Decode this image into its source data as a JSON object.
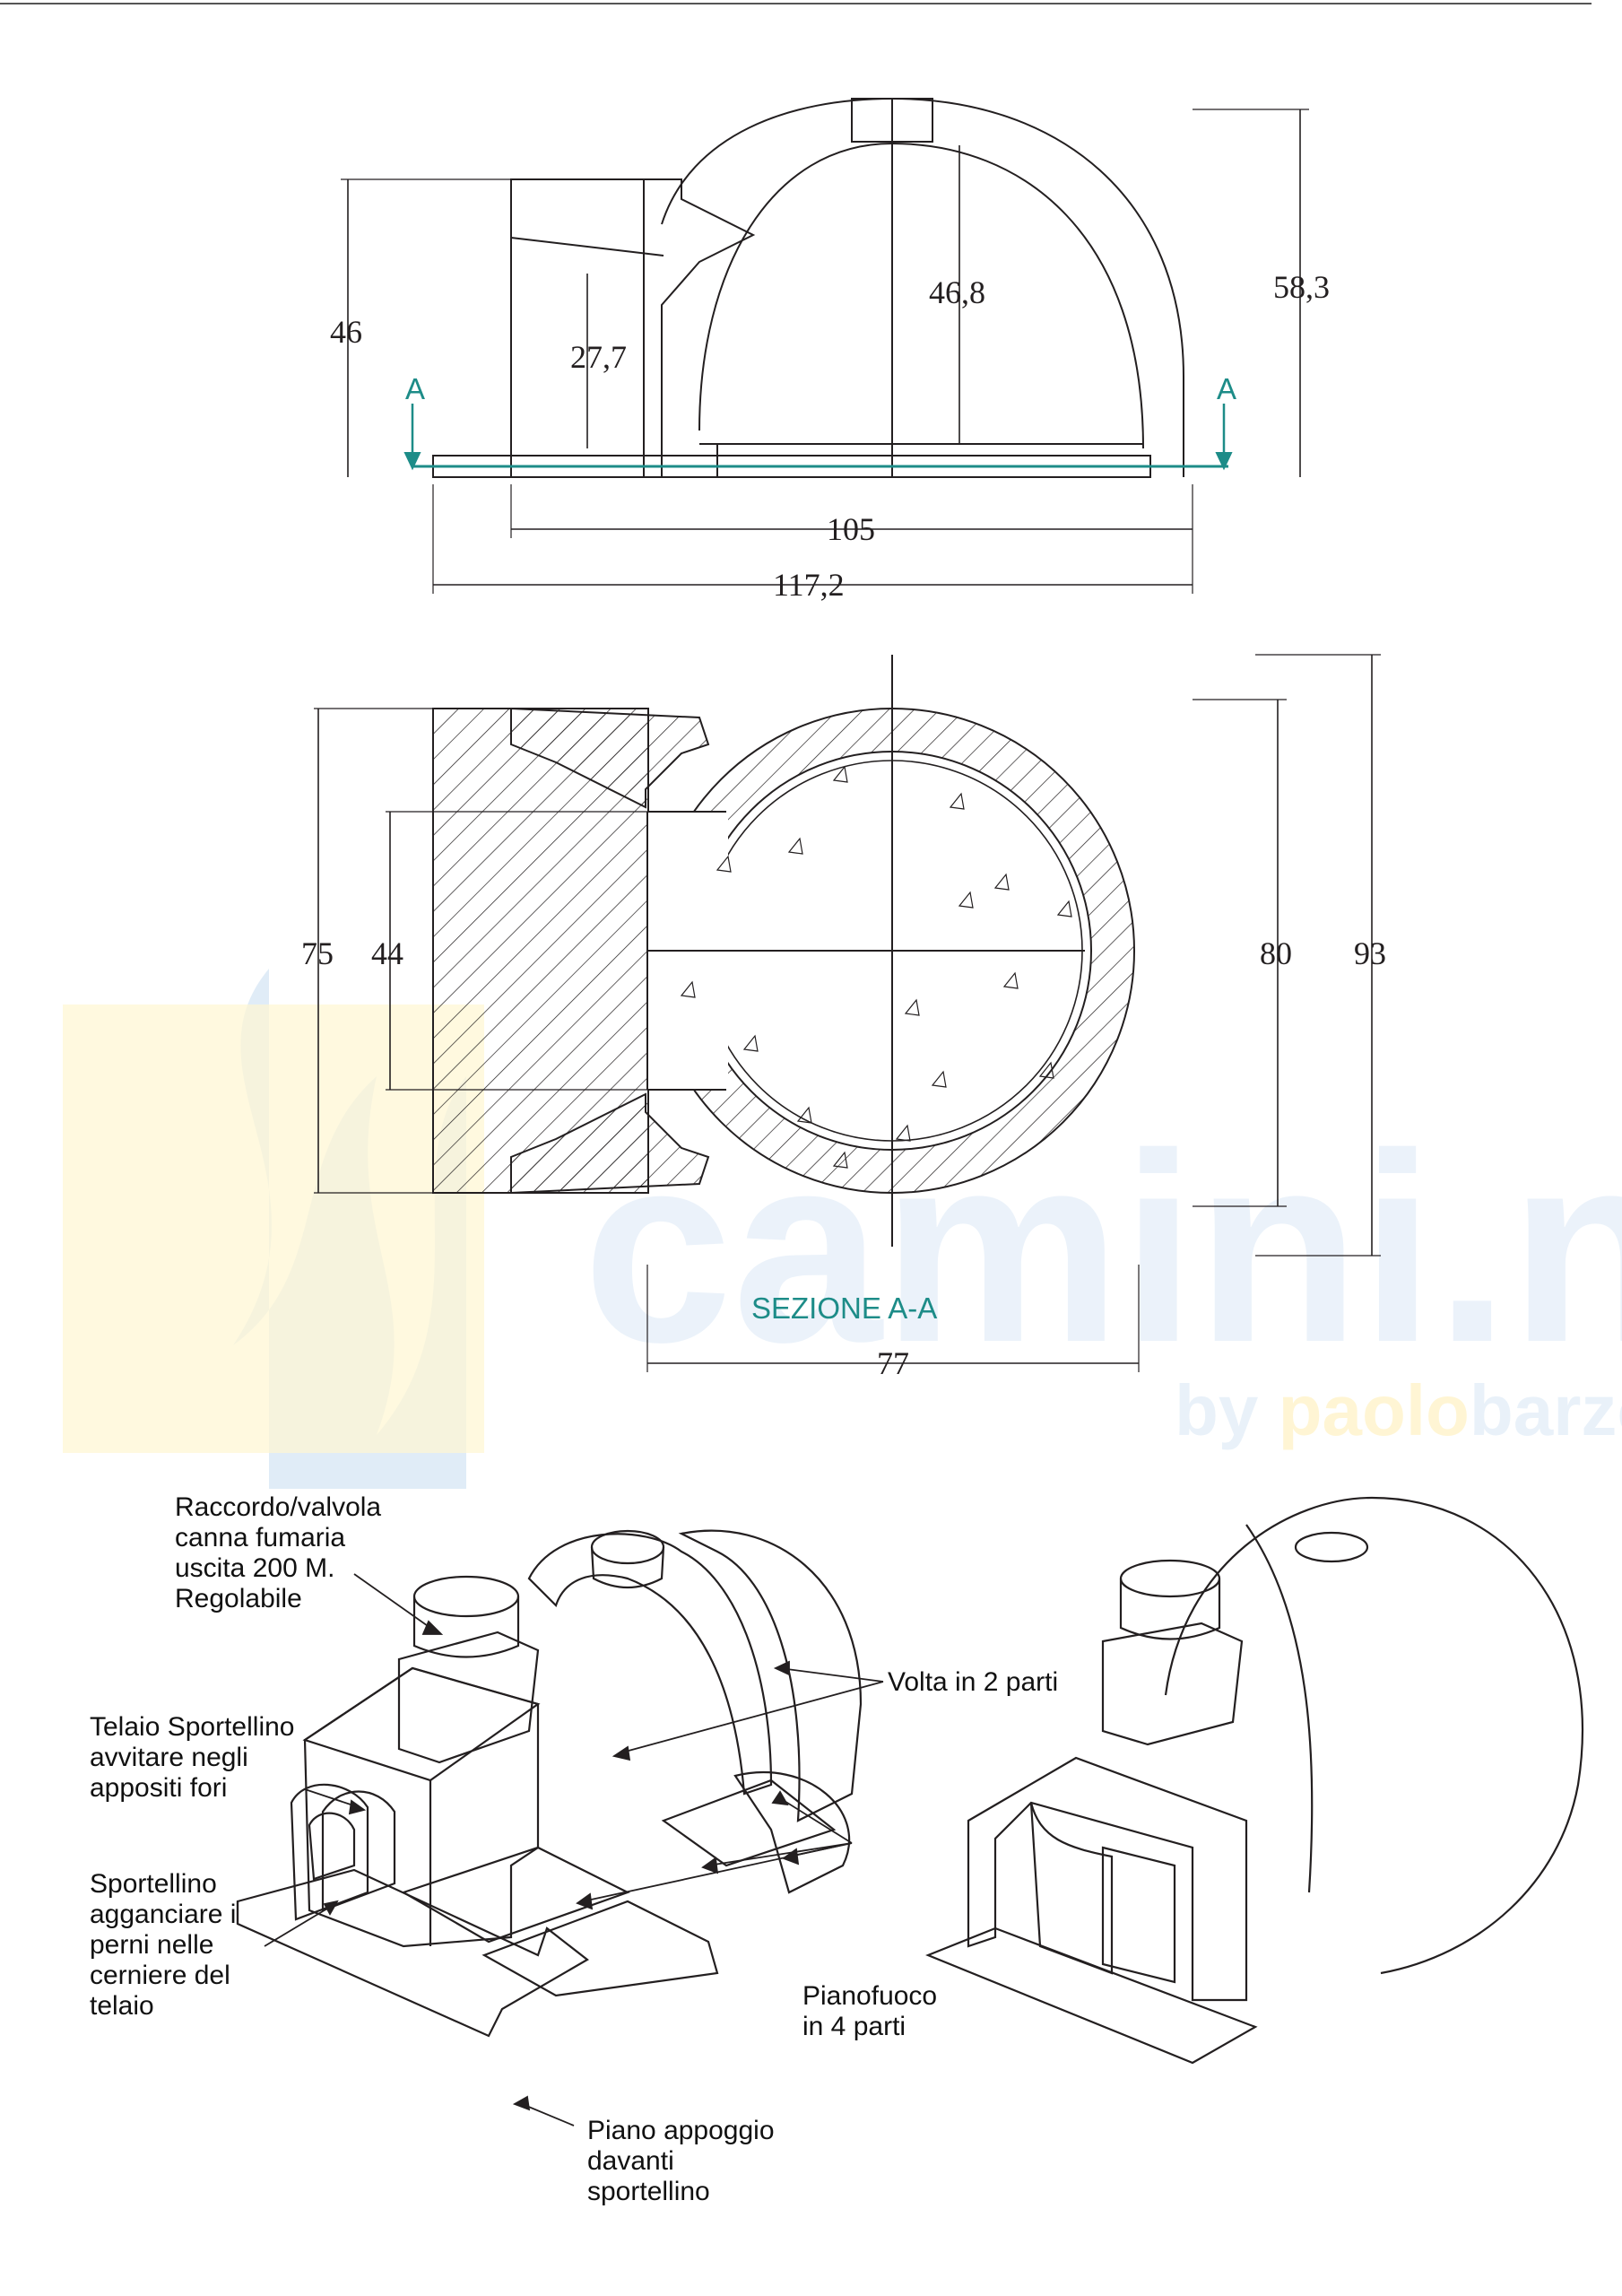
{
  "elevation": {
    "dims": {
      "total_height": "58,3",
      "inner_height": "46,8",
      "mouth_height": "46",
      "door_height": "27,7",
      "inner_length": "105",
      "total_length": "117,2"
    },
    "section_marker_left": "A",
    "section_marker_right": "A"
  },
  "section": {
    "title": "SEZIONE A-A",
    "dims": {
      "front_width": "75",
      "door_width": "44",
      "inner_diameter": "80",
      "outer_diameter": "93",
      "chamber_depth": "77"
    }
  },
  "watermark": {
    "main": "camini.net",
    "by": "by ",
    "name_a": "paolo",
    "name_b": "barzotti"
  },
  "callouts": {
    "flue": [
      "Raccordo/valvola",
      "canna fumaria",
      "uscita 200 M.",
      "Regolabile"
    ],
    "frame": [
      "Telaio Sportellino",
      "avvitare negli",
      "appositi fori"
    ],
    "door": [
      "Sportellino",
      "agganciare i",
      "perni nelle",
      "cerniere del",
      "telaio"
    ],
    "vault": [
      "Volta in 2 parti"
    ],
    "floor": [
      "Pianofuoco",
      "in 4 parti"
    ],
    "shelf": [
      "Piano appoggio",
      "davanti",
      "sportellino"
    ]
  },
  "colors": {
    "line": "#231f20",
    "section_marker": "#1d8c88",
    "watermark_blue": "#dbe9f6",
    "watermark_yellow": "#fff6d2"
  }
}
